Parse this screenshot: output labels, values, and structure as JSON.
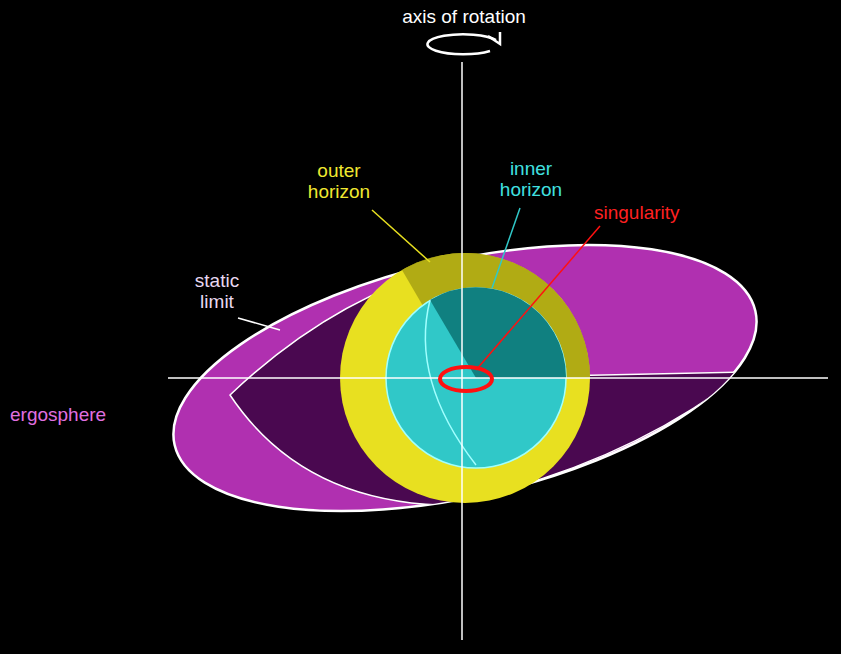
{
  "diagram": {
    "labels": [
      "axis of rotation",
      "outer horizon",
      "inner horizon",
      "singularity",
      "static limit",
      "ergosphere"
    ]
  }
}
